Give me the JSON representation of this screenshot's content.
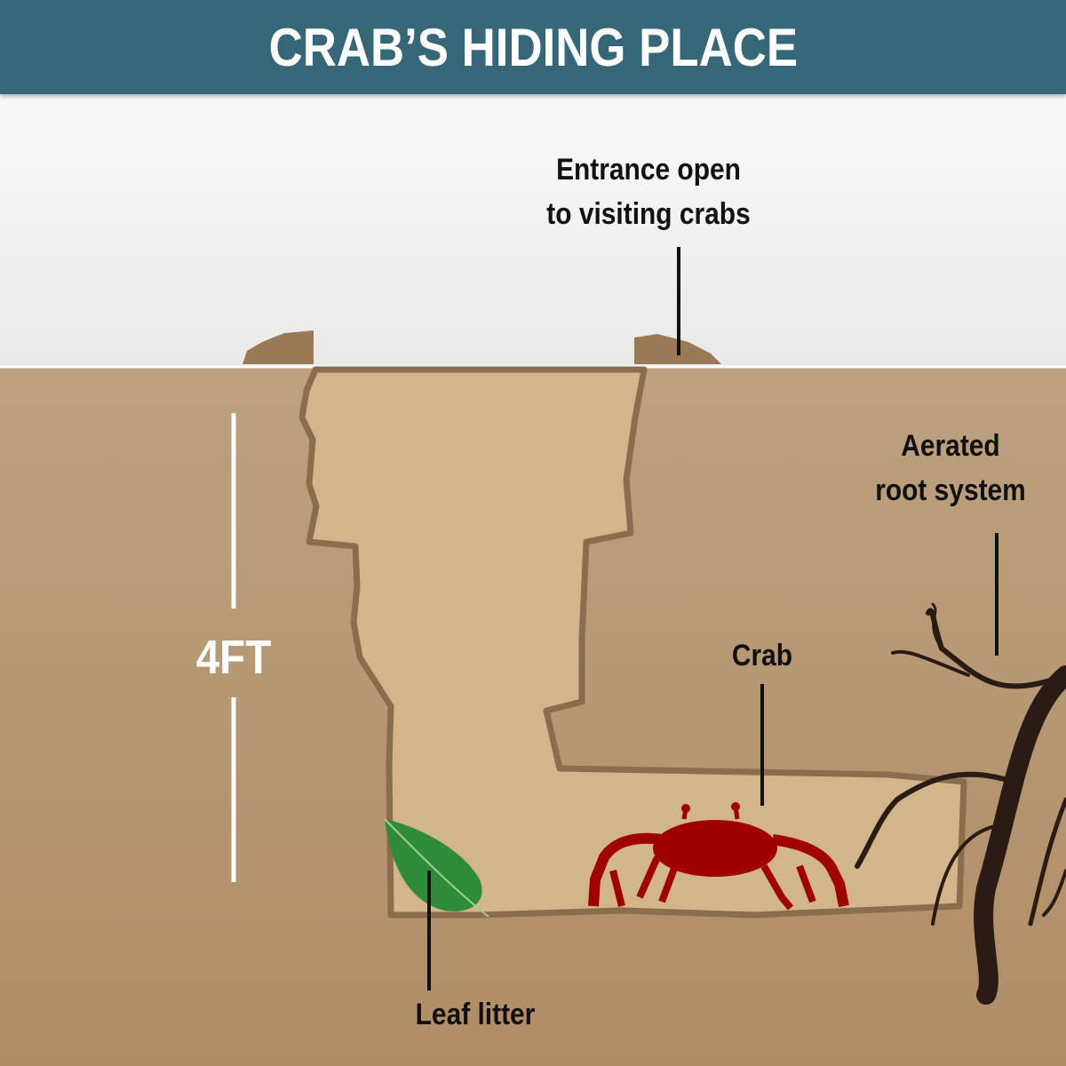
{
  "title": "CRAB’S HIDING PLACE",
  "labels": {
    "entrance": [
      "Entrance open",
      "to visiting crabs"
    ],
    "root_system": [
      "Aerated",
      "root system"
    ],
    "crab": "Crab",
    "leaf_litter": "Leaf litter",
    "depth": "4FT"
  },
  "colors": {
    "header": "#356778",
    "soil": "#b89b79",
    "tunnel": "#d3b58b",
    "crab": "#a00000",
    "leaf": "#2e8b3a"
  }
}
